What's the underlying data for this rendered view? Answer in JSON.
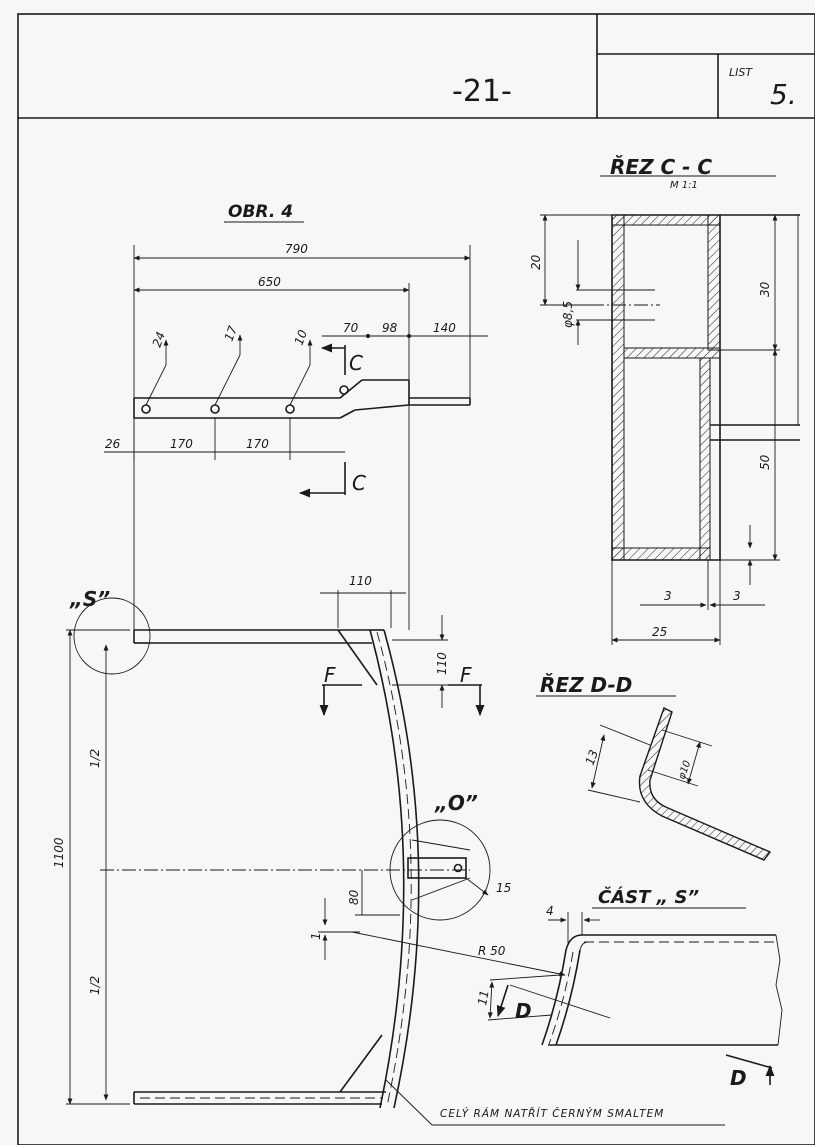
{
  "title_block": {
    "page_number": "-21-",
    "sheet_label": "LIST",
    "sheet_number": "5."
  },
  "figure": {
    "title": "OBR. 4",
    "dims": {
      "d790": "790",
      "d650": "650",
      "d24": "24",
      "d17": "17",
      "d10": "10",
      "d70": "70",
      "d98": "98",
      "d140": "140",
      "d26": "26",
      "d170a": "170",
      "d170b": "170",
      "d110top": "110",
      "d110side": "110",
      "d1100": "1100",
      "half_top": "1/2",
      "half_bottom": "1/2",
      "d80": "80",
      "d15": "15",
      "d1": "1",
      "r50": "R 50",
      "d4": "4",
      "d11": "11"
    },
    "cut_labels": {
      "c_top": "C",
      "c_bottom": "C",
      "f_left": "F",
      "f_right": "F",
      "d_main": "D",
      "d_bottom": "D"
    },
    "detail_labels": {
      "s": "„S”",
      "o": "„O”"
    }
  },
  "section_cc": {
    "title": "ŘEZ C - C",
    "scale": "M 1:1",
    "dims": {
      "d20": "20",
      "d30": "30",
      "d50": "50",
      "phi85": "φ8,5",
      "d3a": "3",
      "d3b": "3",
      "d25": "25"
    }
  },
  "section_dd": {
    "title": "ŘEZ D-D",
    "dims": {
      "d13": "13",
      "phi10": "φ10"
    }
  },
  "part_s": {
    "title": "ČÁST „ S”"
  },
  "note": "CELÝ RÁM NATŘÍT ČERNÝM SMALTEM"
}
